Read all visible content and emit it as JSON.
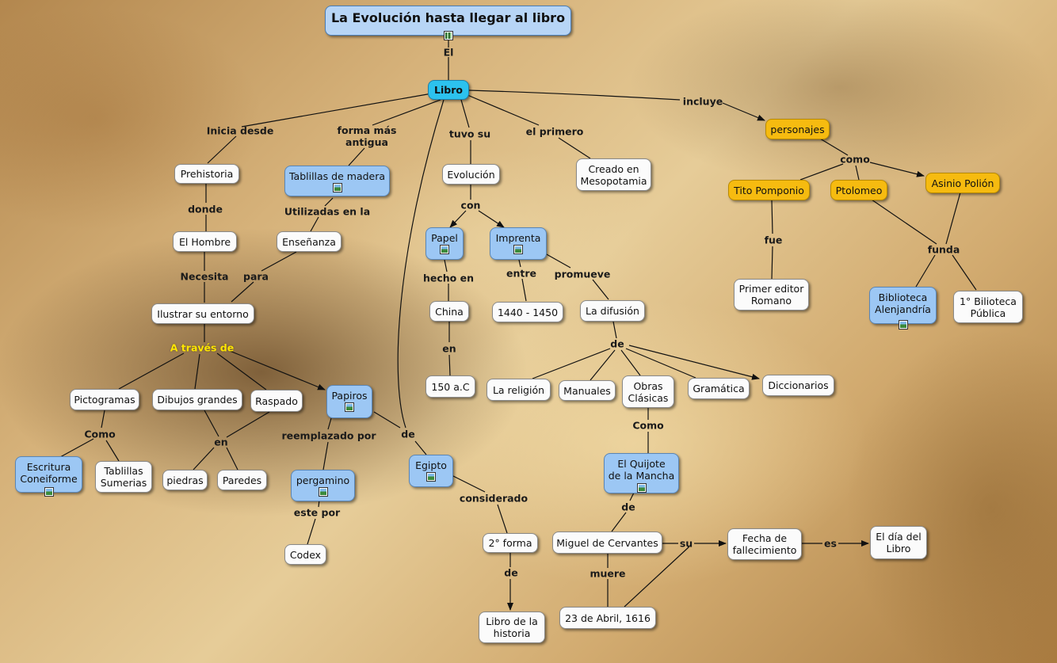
{
  "root": "La Evolución hasta llegar al libro",
  "nodes": {
    "libro": "Libro",
    "prehistoria": "Prehistoria",
    "tablillas_madera": "Tablillas de madera",
    "evolucion": "Evolución",
    "creado": [
      "Creado en",
      "Mesopotamia"
    ],
    "personajes": "personajes",
    "tito": "Tito Pomponio",
    "ptolomeo": "Ptolomeo",
    "asinio": "Asinio Polión",
    "hombre": "El Hombre",
    "ensenanza": "Enseñanza",
    "papel": "Papel",
    "imprenta": "Imprenta",
    "ilustrar": "Ilustrar su entorno",
    "china": "China",
    "rango": "1440 - 1450",
    "difusion": "La difusión",
    "primer_editor": [
      "Primer editor",
      "Romano"
    ],
    "biblioteca": [
      "Biblioteca",
      "Alenjandría"
    ],
    "biblioteca_publica": [
      "1° Bilioteca",
      "Pública"
    ],
    "pictogramas": "Pictogramas",
    "dibujos": "Dibujos grandes",
    "raspado": "Raspado",
    "papiros": "Papiros",
    "ac150": "150 a.C",
    "religion": "La religión",
    "manuales": "Manuales",
    "obras": [
      "Obras",
      "Clásicas"
    ],
    "gramatica": "Gramática",
    "diccionarios": "Diccionarios",
    "cuneiforme": [
      "Escritura",
      "Coneiforme"
    ],
    "sumerias": [
      "Tablillas",
      "Sumerias"
    ],
    "piedras": "piedras",
    "paredes": "Paredes",
    "pergamino": "pergamino",
    "egipto": "Egipto",
    "quijote": [
      "El Quijote",
      "de la Mancha"
    ],
    "codex": "Codex",
    "segunda": "2° forma",
    "cervantes": "Miguel de Cervantes",
    "fecha": [
      "Fecha de",
      "fallecimiento"
    ],
    "dia_libro": [
      "El día del",
      "Libro"
    ],
    "libro_historia": [
      "Libro de la",
      "historia"
    ],
    "abril": "23 de Abril, 1616"
  },
  "links": {
    "el": "El",
    "inicia": "Inicia desde",
    "forma": [
      "forma más",
      "antigua"
    ],
    "tuvo": "tuvo su",
    "primero": "el primero",
    "incluye": "incluye",
    "donde": "donde",
    "utilizadas": "Utilizadas en la",
    "con": "con",
    "como_personajes": "como",
    "fue": "fue",
    "funda": "funda",
    "necesita": "Necesita",
    "para": "para",
    "hecho": "hecho en",
    "entre": "entre",
    "promueve": "promueve",
    "a_traves": "A través de",
    "en_china": "en",
    "de_difusion": "de",
    "como_pictogramas": "Como",
    "en_dibujos": "en",
    "reemplazado": "reemplazado por",
    "de_papiros": "de",
    "como_obras": "Como",
    "considerado": "considerado",
    "este_por": "este por",
    "de_quijote": "de",
    "su": "su",
    "es": "es",
    "de_segunda": "de",
    "muere": "muere"
  },
  "icons": {
    "root": "film-icon",
    "concept_image": "image-icon"
  },
  "colors": {
    "concept": "#fbfbfb",
    "concept_blue": "#9cc7f4",
    "concept_yellow": "#f6bb10",
    "libro": "#2cc2ee",
    "root": "#b7d5f6",
    "highlight_label": "#ffe600"
  }
}
